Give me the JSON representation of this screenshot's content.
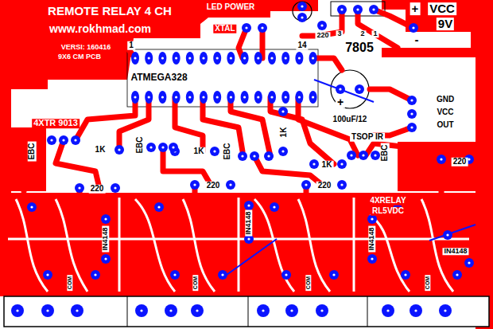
{
  "diagram": {
    "title": "REMOTE RELAY 4 CH",
    "labels": [
      "www.rokhmad.com",
      "VERSI: 160416",
      "9X6 CM PCB",
      "LED POWER",
      "XTAL",
      "220",
      "3",
      "2",
      "1",
      "7805",
      "+",
      "VCC",
      "9V",
      "-",
      "1",
      "14",
      "ATMEGA328",
      "+",
      "100uF/12",
      "GND",
      "VCC",
      "OUT",
      "TSOP IR",
      "4XTR 9013",
      "EBC",
      "EBC",
      "EBC",
      "EBC",
      "1K",
      "1K",
      "1K",
      "1K",
      "220",
      "220",
      "220",
      "220",
      "4XRELAY",
      "RL5VDC",
      "IN4148",
      "IN4148",
      "IN4148",
      "IN4148",
      "COM",
      "COM",
      "COM",
      "COM"
    ]
  }
}
